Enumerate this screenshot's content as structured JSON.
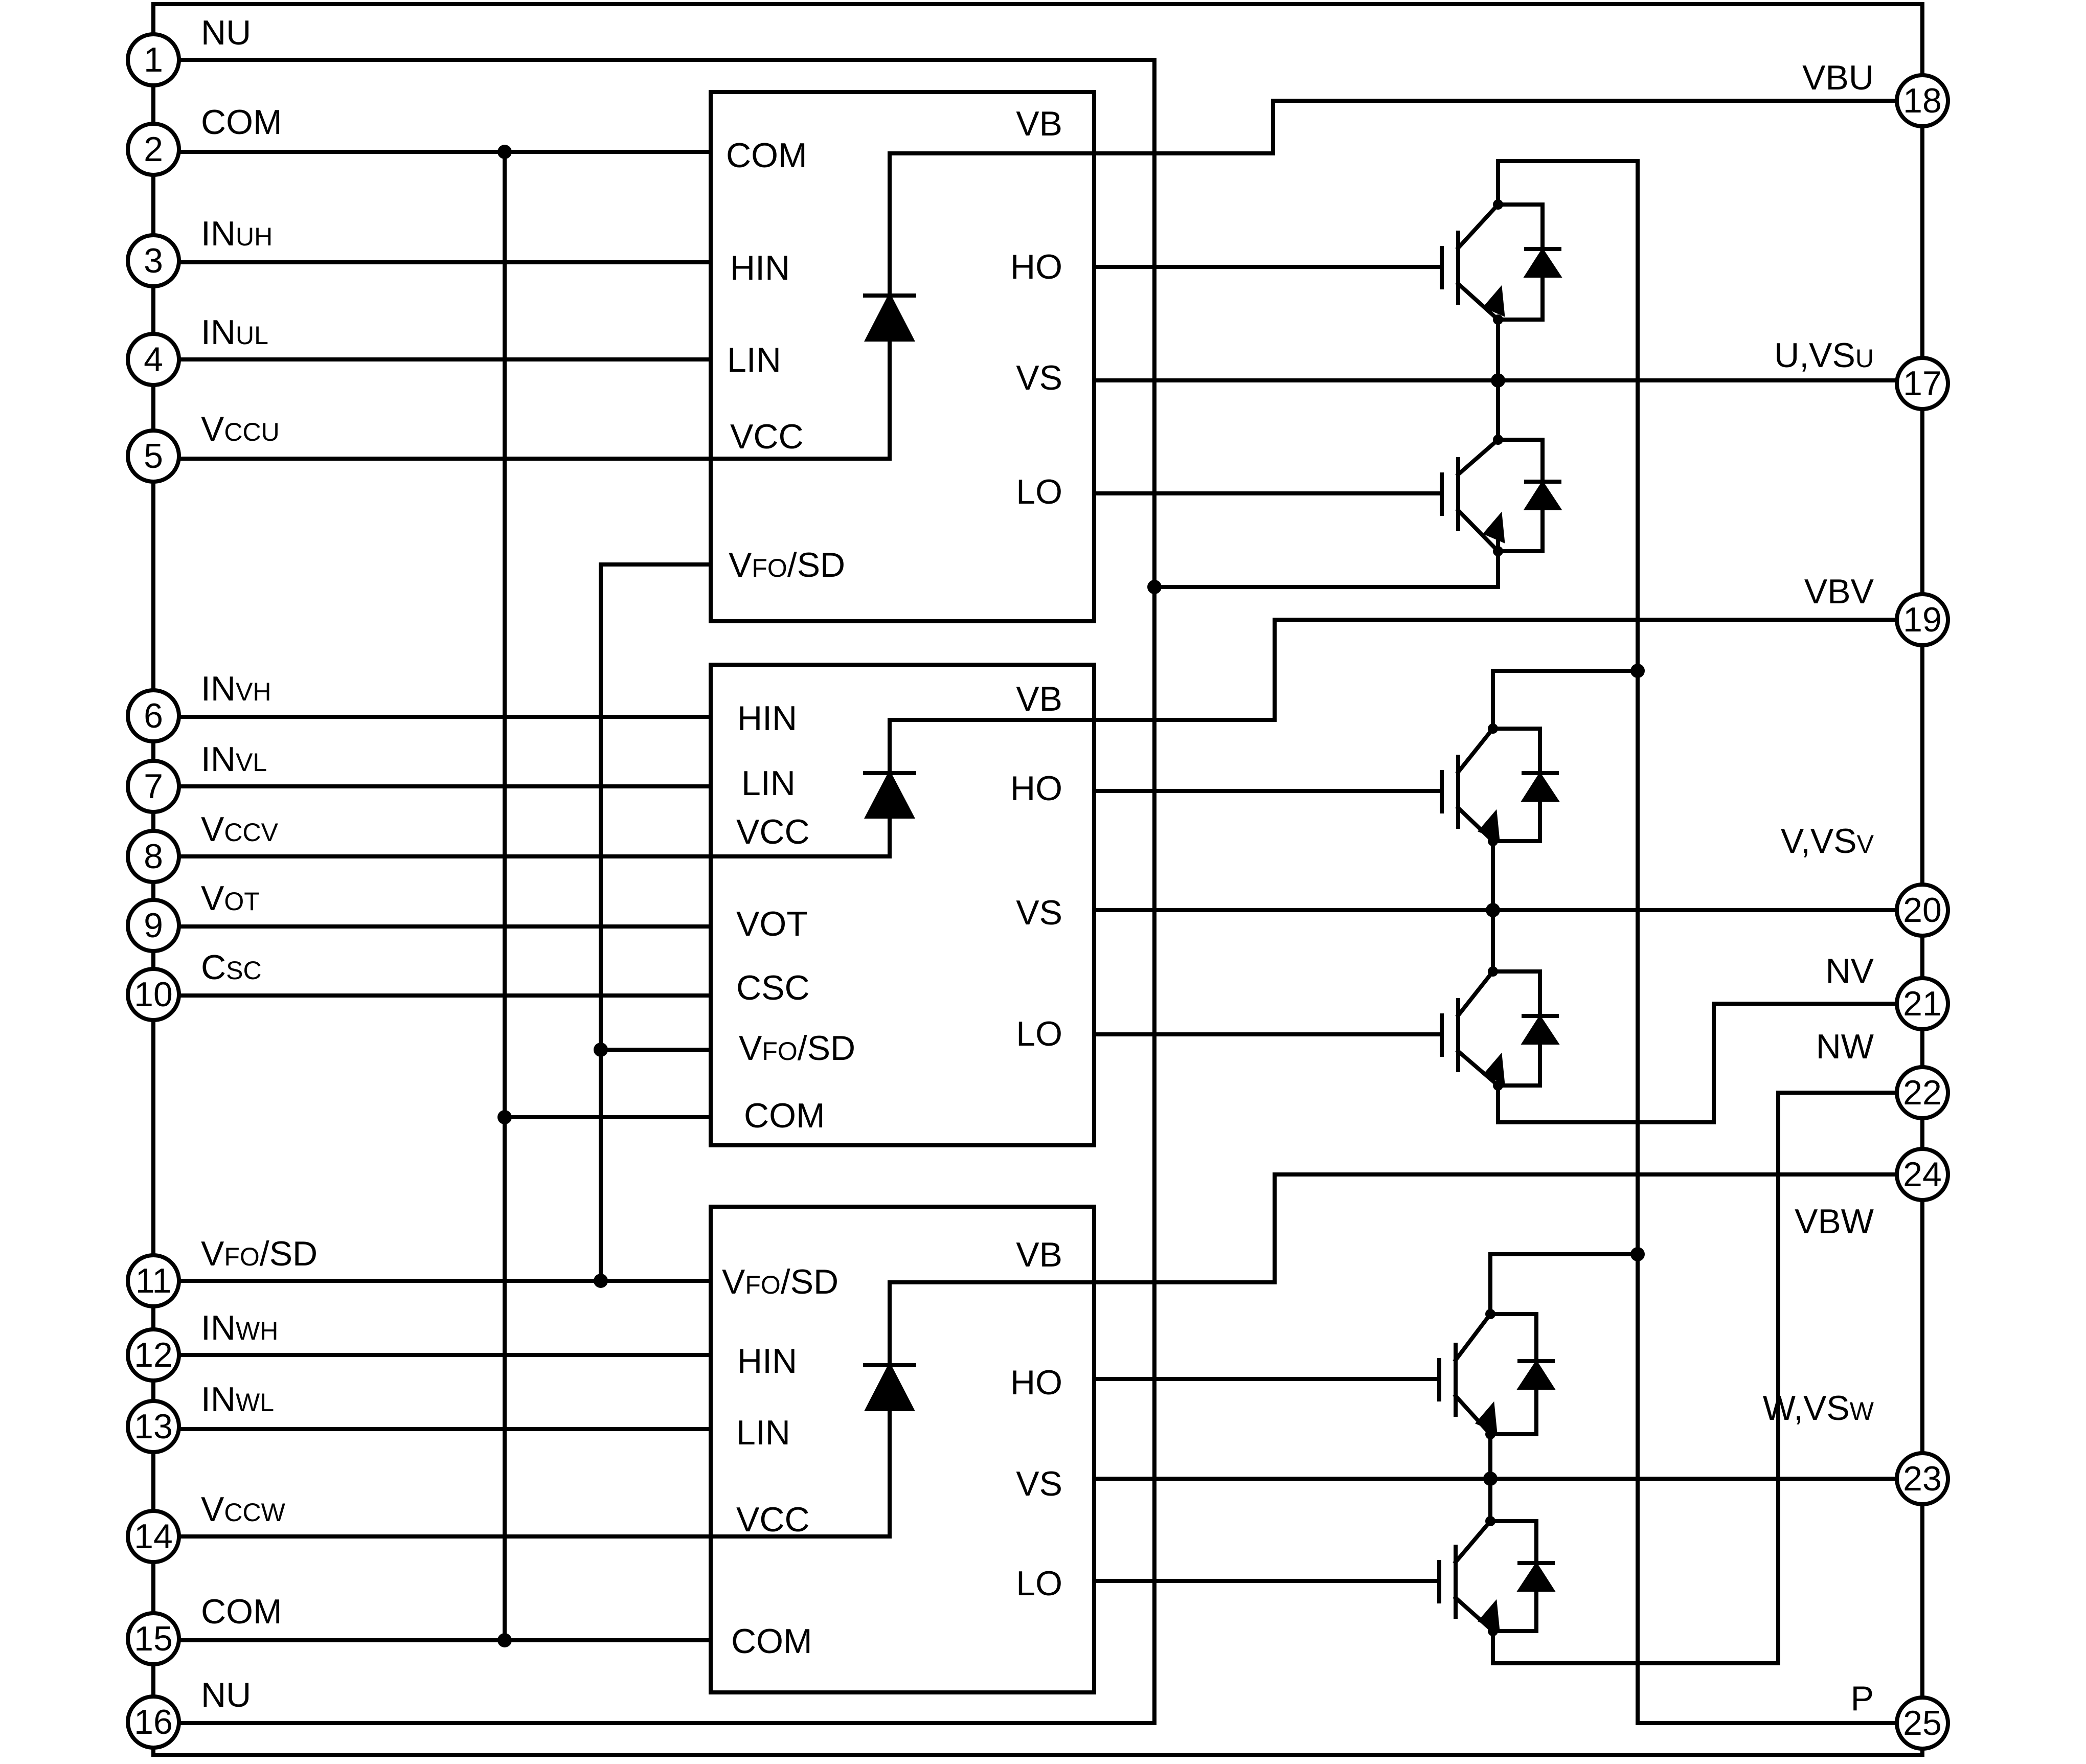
{
  "left_pins": [
    {
      "num": "1",
      "main": "NU",
      "sub": "",
      "tail": ""
    },
    {
      "num": "2",
      "main": "COM",
      "sub": "",
      "tail": ""
    },
    {
      "num": "3",
      "main": "IN",
      "sub": "UH",
      "tail": ""
    },
    {
      "num": "4",
      "main": "IN",
      "sub": "UL",
      "tail": ""
    },
    {
      "num": "5",
      "main": "V",
      "sub": "CCU",
      "tail": ""
    },
    {
      "num": "6",
      "main": "IN",
      "sub": "VH",
      "tail": ""
    },
    {
      "num": "7",
      "main": "IN",
      "sub": "VL",
      "tail": ""
    },
    {
      "num": "8",
      "main": "V",
      "sub": "CCV",
      "tail": ""
    },
    {
      "num": "9",
      "main": "V",
      "sub": "OT",
      "tail": ""
    },
    {
      "num": "10",
      "main": "C",
      "sub": "SC",
      "tail": ""
    },
    {
      "num": "11",
      "main": "V",
      "sub": "FO",
      "tail": "/SD"
    },
    {
      "num": "12",
      "main": "IN",
      "sub": "WH",
      "tail": ""
    },
    {
      "num": "13",
      "main": "IN",
      "sub": "WL",
      "tail": ""
    },
    {
      "num": "14",
      "main": "V",
      "sub": "CCW",
      "tail": ""
    },
    {
      "num": "15",
      "main": "COM",
      "sub": "",
      "tail": ""
    },
    {
      "num": "16",
      "main": "NU",
      "sub": "",
      "tail": ""
    }
  ],
  "right_pins": [
    {
      "num": "18",
      "main": "VBU",
      "sub": ""
    },
    {
      "num": "17",
      "main": "U,VS",
      "sub": "U"
    },
    {
      "num": "19",
      "main": "VBV",
      "sub": ""
    },
    {
      "num": "20",
      "main": "V,VS",
      "sub": "V"
    },
    {
      "num": "21",
      "main": "NV",
      "sub": ""
    },
    {
      "num": "22",
      "main": "NW",
      "sub": ""
    },
    {
      "num": "24",
      "main": "VBW",
      "sub": ""
    },
    {
      "num": "23",
      "main": "W,VS",
      "sub": "W"
    },
    {
      "num": "25",
      "main": "P",
      "sub": ""
    }
  ],
  "driver_u": {
    "in": [
      {
        "main": "COM",
        "sub": "",
        "tail": ""
      },
      {
        "main": "HIN",
        "sub": "",
        "tail": ""
      },
      {
        "main": "LIN",
        "sub": "",
        "tail": ""
      },
      {
        "main": "VCC",
        "sub": "",
        "tail": ""
      },
      {
        "main": "V",
        "sub": "FO",
        "tail": "/SD"
      }
    ],
    "out": [
      "VB",
      "HO",
      "VS",
      "LO"
    ]
  },
  "driver_v": {
    "in": [
      {
        "main": "HIN",
        "sub": "",
        "tail": ""
      },
      {
        "main": "LIN",
        "sub": "",
        "tail": ""
      },
      {
        "main": "VCC",
        "sub": "",
        "tail": ""
      },
      {
        "main": "VOT",
        "sub": "",
        "tail": ""
      },
      {
        "main": "CSC",
        "sub": "",
        "tail": ""
      },
      {
        "main": "V",
        "sub": "FO",
        "tail": "/SD"
      },
      {
        "main": "COM",
        "sub": "",
        "tail": ""
      }
    ],
    "out": [
      "VB",
      "HO",
      "VS",
      "LO"
    ]
  },
  "driver_w": {
    "in": [
      {
        "main": "V",
        "sub": "FO",
        "tail": "/SD"
      },
      {
        "main": "HIN",
        "sub": "",
        "tail": ""
      },
      {
        "main": "LIN",
        "sub": "",
        "tail": ""
      },
      {
        "main": "VCC",
        "sub": "",
        "tail": ""
      },
      {
        "main": "COM",
        "sub": "",
        "tail": ""
      }
    ],
    "out": [
      "VB",
      "HO",
      "VS",
      "LO"
    ]
  }
}
